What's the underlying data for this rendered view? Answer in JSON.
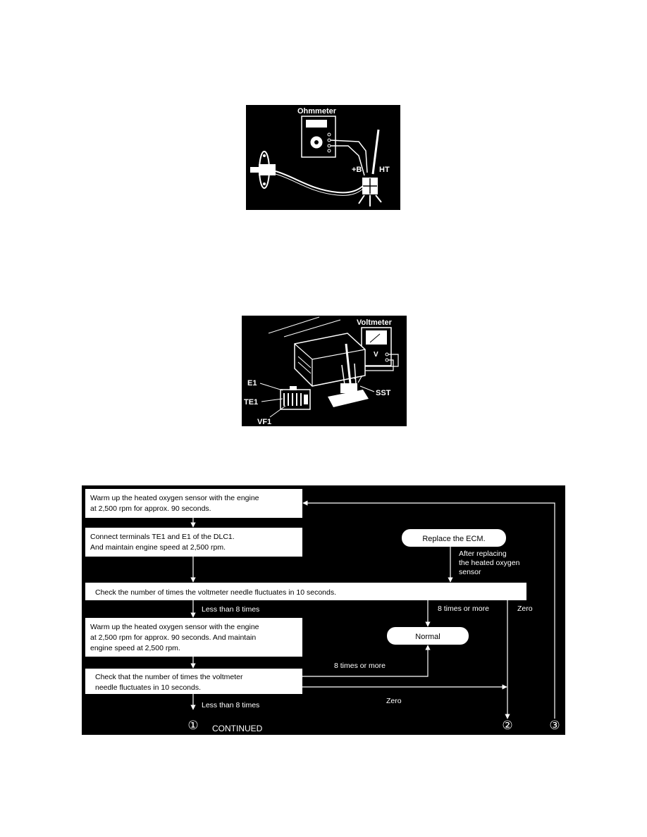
{
  "figure1": {
    "labels": {
      "meter": "Ohmmeter",
      "plus_b": "+B",
      "ht": "HT"
    }
  },
  "figure2": {
    "labels": {
      "meter": "Voltmeter",
      "v": "V",
      "sst": "SST",
      "e1": "E1",
      "te1": "TE1",
      "vf1": "VF1"
    }
  },
  "flowchart": {
    "box1": [
      "Warm up the heated oxygen sensor with the engine",
      "at 2,500 rpm for approx. 90 seconds."
    ],
    "box2": [
      "Connect terminals TE1 and E1 of the DLC1.",
      "And maintain engine speed at 2,500 rpm."
    ],
    "box3": "Check the number of times the voltmeter needle fluctuates in 10 seconds.",
    "box4": [
      "Warm up the heated oxygen sensor with the engine",
      "at 2,500 rpm for approx. 90 seconds. And maintain",
      "engine speed at 2,500 rpm."
    ],
    "box5": [
      "Check that the number of times the voltmeter",
      "needle fluctuates in 10 seconds."
    ],
    "replace_ecm": "Replace the ECM.",
    "normal": "Normal",
    "after_replacing": [
      "After replacing",
      "the heated oxygen",
      "sensor"
    ],
    "less_than_8_a": "Less than 8 times",
    "less_than_8_b": "Less than 8 times",
    "eight_or_more_a": "8 times or more",
    "eight_or_more_b": "8 times or more",
    "zero_a": "Zero",
    "zero_b": "Zero",
    "marker1": "①",
    "marker2": "②",
    "marker3": "③",
    "continued": "CONTINUED"
  }
}
